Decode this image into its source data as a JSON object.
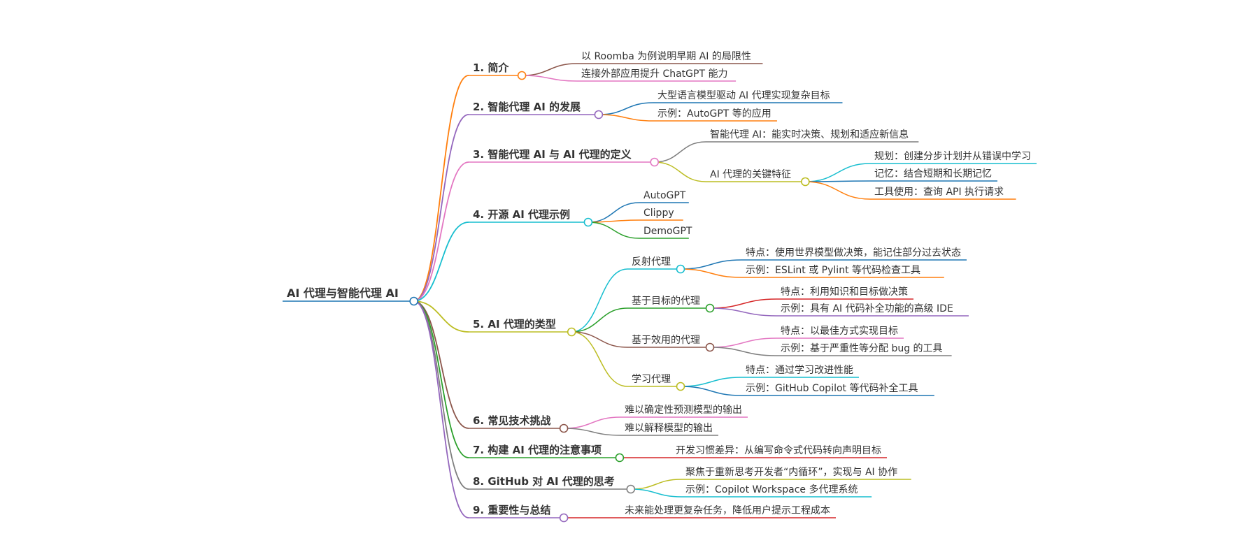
{
  "root": {
    "label": "AI 代理与智能代理 AI",
    "color": "#1f77b4"
  },
  "branches": [
    {
      "label": "1. 简介",
      "color": "#ff7f0e",
      "children": [
        {
          "label": "以 Roomba 为例说明早期 AI 的局限性",
          "color": "#8c564b"
        },
        {
          "label": "连接外部应用提升 ChatGPT 能力",
          "color": "#e377c2"
        }
      ]
    },
    {
      "label": "2. 智能代理 AI 的发展",
      "color": "#9467bd",
      "children": [
        {
          "label": "大型语言模型驱动 AI 代理实现复杂目标",
          "color": "#1f77b4"
        },
        {
          "label": "示例：AutoGPT 等的应用",
          "color": "#ff7f0e"
        }
      ]
    },
    {
      "label": "3. 智能代理 AI 与 AI 代理的定义",
      "color": "#e377c2",
      "children": [
        {
          "label": "智能代理 AI：能实时决策、规划和适应新信息",
          "color": "#7f7f7f"
        },
        {
          "label": "AI 代理的关键特征",
          "color": "#bcbd22",
          "children": [
            {
              "label": "规划：创建分步计划并从错误中学习",
              "color": "#17becf"
            },
            {
              "label": "记忆：结合短期和长期记忆",
              "color": "#1f77b4"
            },
            {
              "label": "工具使用：查询 API 执行请求",
              "color": "#ff7f0e"
            }
          ]
        }
      ]
    },
    {
      "label": "4. 开源 AI 代理示例",
      "color": "#17becf",
      "children": [
        {
          "label": "AutoGPT",
          "color": "#1f77b4"
        },
        {
          "label": "Clippy",
          "color": "#ff7f0e"
        },
        {
          "label": "DemoGPT",
          "color": "#2ca02c"
        }
      ]
    },
    {
      "label": "5. AI 代理的类型",
      "color": "#bcbd22",
      "children": [
        {
          "label": "反射代理",
          "color": "#17becf",
          "children": [
            {
              "label": "特点：使用世界模型做决策，能记住部分过去状态",
              "color": "#1f77b4"
            },
            {
              "label": "示例：ESLint 或 Pylint 等代码检查工具",
              "color": "#ff7f0e"
            }
          ]
        },
        {
          "label": "基于目标的代理",
          "color": "#2ca02c",
          "children": [
            {
              "label": "特点：利用知识和目标做决策",
              "color": "#d62728"
            },
            {
              "label": "示例：具有 AI 代码补全功能的高级 IDE",
              "color": "#9467bd"
            }
          ]
        },
        {
          "label": "基于效用的代理",
          "color": "#8c564b",
          "children": [
            {
              "label": "特点：以最佳方式实现目标",
              "color": "#e377c2"
            },
            {
              "label": "示例：基于严重性等分配 bug 的工具",
              "color": "#7f7f7f"
            }
          ]
        },
        {
          "label": "学习代理",
          "color": "#bcbd22",
          "children": [
            {
              "label": "特点：通过学习改进性能",
              "color": "#17becf"
            },
            {
              "label": "示例：GitHub Copilot 等代码补全工具",
              "color": "#1f77b4"
            }
          ]
        }
      ]
    },
    {
      "label": "6. 常见技术挑战",
      "color": "#8c564b",
      "children": [
        {
          "label": "难以确定性预测模型的输出",
          "color": "#e377c2"
        },
        {
          "label": "难以解释模型的输出",
          "color": "#7f7f7f"
        }
      ]
    },
    {
      "label": "7. 构建 AI 代理的注意事项",
      "color": "#2ca02c",
      "children": [
        {
          "label": "开发习惯差异：从编写命令式代码转向声明目标",
          "color": "#d62728"
        }
      ]
    },
    {
      "label": "8. GitHub 对 AI 代理的思考",
      "color": "#7f7f7f",
      "children": [
        {
          "label": "聚焦于重新思考开发者“内循环”，实现与 AI 协作",
          "color": "#bcbd22"
        },
        {
          "label": "示例：Copilot Workspace 多代理系统",
          "color": "#17becf"
        }
      ]
    },
    {
      "label": "9. 重要性与总结",
      "color": "#9467bd",
      "children": [
        {
          "label": "未来能处理更复杂任务，降低用户提示工程成本",
          "color": "#d62728"
        }
      ]
    }
  ]
}
